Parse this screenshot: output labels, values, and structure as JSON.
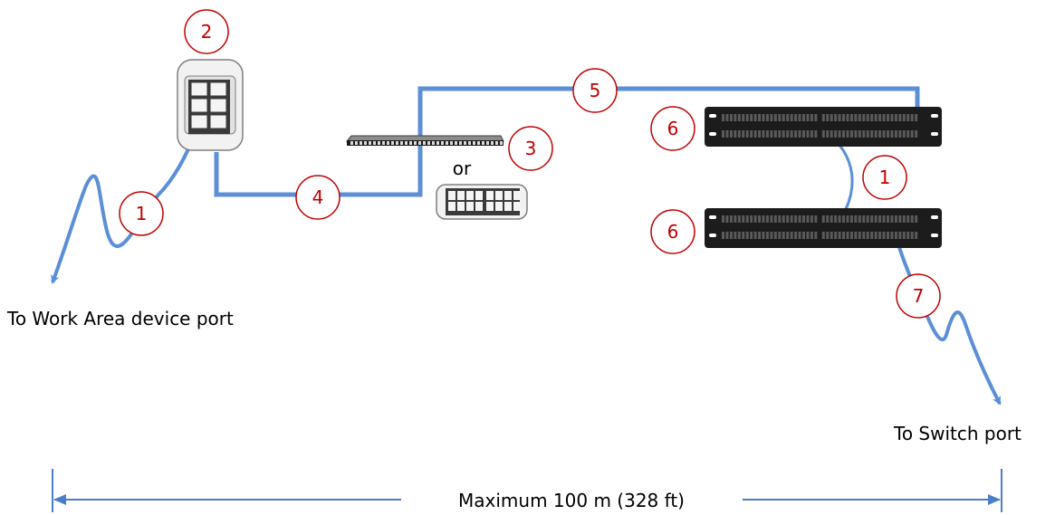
{
  "labels": {
    "work_area": "To Work Area device port",
    "switch_port": "To Switch port",
    "or_text": "or",
    "max_distance": "Maximum 100 m (328 ft)"
  },
  "callouts": {
    "patch_cord_work_area": "1",
    "wall_outlet": "2",
    "consolidation_point": "3",
    "horizontal_cable_a": "4",
    "horizontal_cable_b": "5",
    "patch_panel_upper": "6",
    "patch_panel_lower": "6",
    "patch_cord_cross": "1",
    "switch_cord": "7"
  },
  "colors": {
    "cable": "#5b8fd6",
    "callout": "#c00000",
    "measure": "#4a7ec8",
    "panel": "#1a1a1a"
  }
}
